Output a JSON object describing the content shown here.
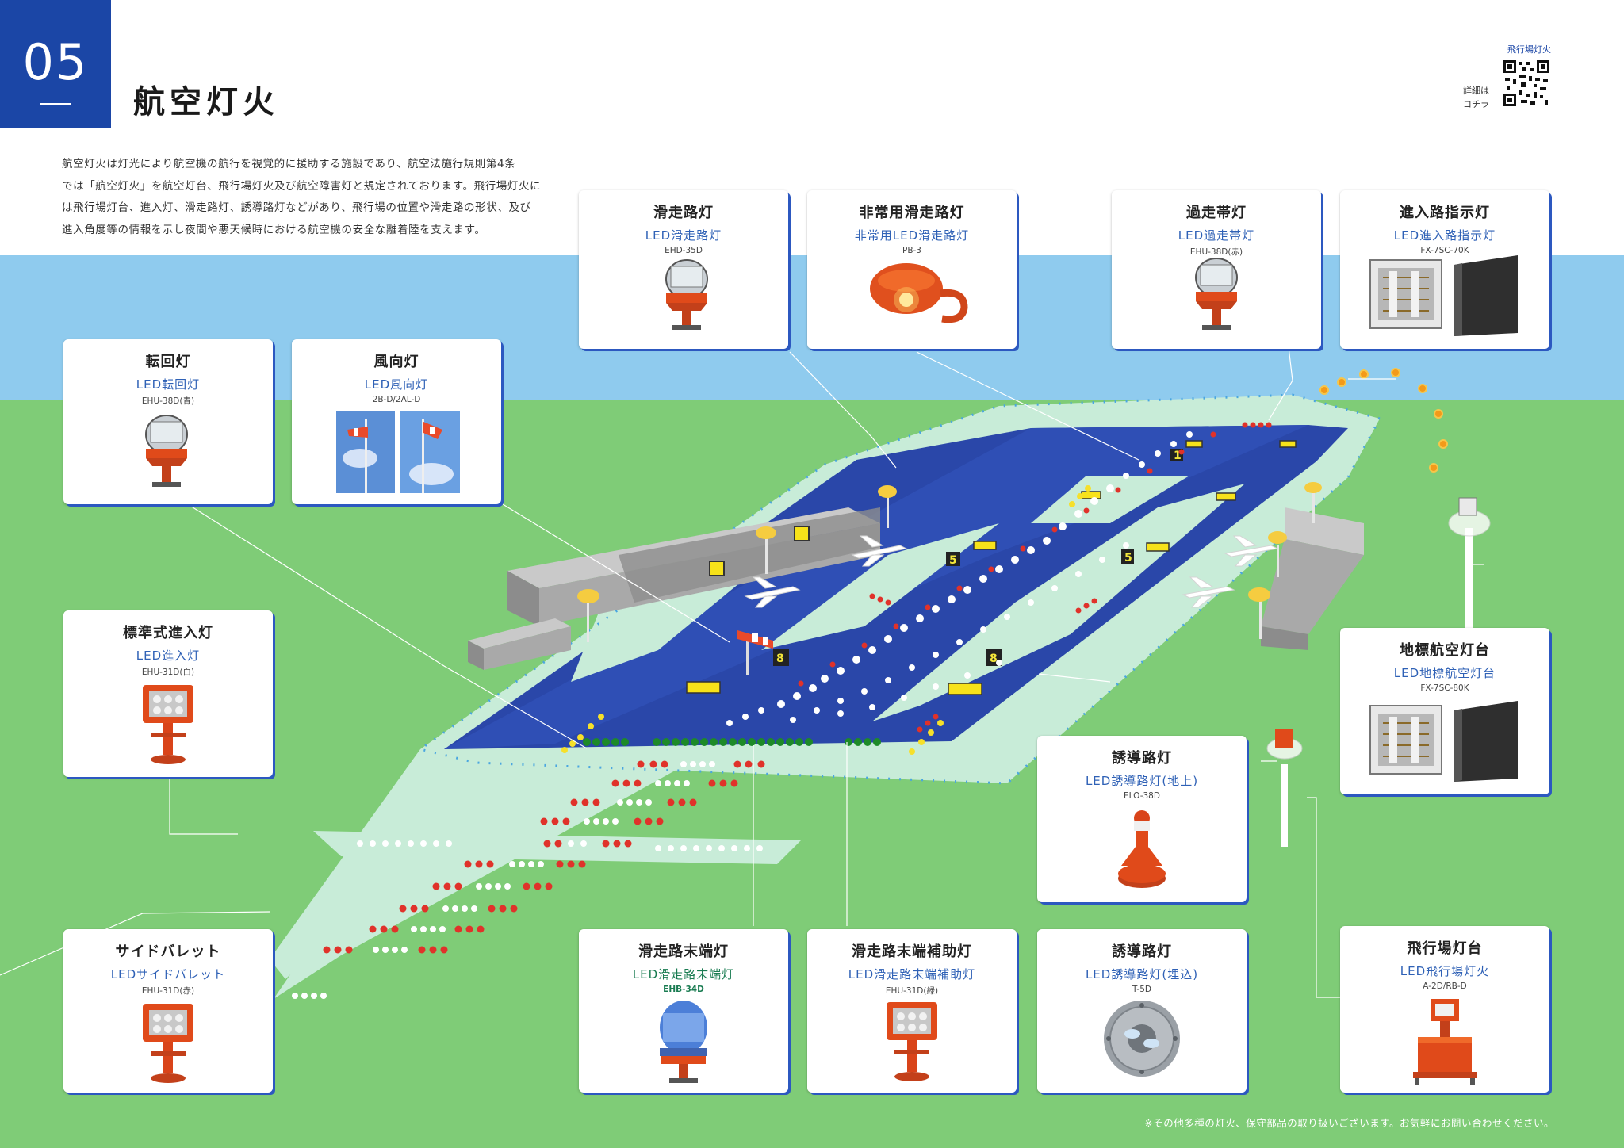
{
  "page": {
    "number": "05",
    "title": "航空灯火",
    "intro": [
      "航空灯火は灯光により航空機の航行を視覚的に援助する施設であり、航空法施行規則第4条",
      "では「航空灯火」を航空灯台、飛行場灯火及び航空障害灯と規定されております。飛行場灯火に",
      "は飛行場灯台、進入灯、滑走路灯、誘導路灯などがあり、飛行場の位置や滑走路の形状、及び",
      "進入角度等の情報を示し夜間や悪天候時における航空機の安全な離着陸を支えます。"
    ],
    "qr": {
      "label": "飛行場灯火",
      "side_line1": "詳細は",
      "side_line2": "コチラ"
    },
    "footnote": "※その他多種の灯火、保守部品の取り扱いございます。お気軽にお問い合わせください。"
  },
  "colors": {
    "brand_blue": "#1b46a6",
    "sky": "#8fcbee",
    "grass": "#7fcc77",
    "runway": "#2a47a9",
    "apron": "#c8ecd8",
    "accent_red": "#e04a1a"
  },
  "cards": [
    {
      "id": "runway-light",
      "title": "滑走路灯",
      "product": "LED滑走路灯",
      "model": "EHD-35D",
      "icon": "dome-light-icon"
    },
    {
      "id": "emergency-runway-light",
      "title": "非常用滑走路灯",
      "product": "非常用LED滑走路灯",
      "model": "PB-3",
      "icon": "portable-light-icon"
    },
    {
      "id": "overrun-light",
      "title": "過走帯灯",
      "product": "LED過走帯灯",
      "model": "EHU-38D(赤)",
      "icon": "dome-light-icon"
    },
    {
      "id": "approach-path-light",
      "title": "進入路指示灯",
      "product": "LED進入路指示灯",
      "model": "FX-7SC-70K",
      "icon": "cabinet-icon"
    },
    {
      "id": "turning-light",
      "title": "転回灯",
      "product": "LED転回灯",
      "model": "EHU-38D(青)",
      "icon": "dome-light-icon"
    },
    {
      "id": "wind-direction-light",
      "title": "風向灯",
      "product": "LED風向灯",
      "model": "2B-D/2AL-D",
      "icon": "windsock-icon"
    },
    {
      "id": "approach-light",
      "title": "標準式進入灯",
      "product": "LED進入灯",
      "model": "EHU-31D(白)",
      "icon": "floodlight-icon"
    },
    {
      "id": "landmark-beacon",
      "title": "地標航空灯台",
      "product": "LED地標航空灯台",
      "model": "FX-7SC-80K",
      "icon": "cabinet-icon"
    },
    {
      "id": "taxiway-light-elevated",
      "title": "誘導路灯",
      "product": "LED誘導路灯(地上)",
      "model": "ELO-38D",
      "icon": "taxi-light-icon"
    },
    {
      "id": "side-barrette",
      "title": "サイドバレット",
      "product": "LEDサイドバレット",
      "model": "EHU-31D(赤)",
      "icon": "floodlight-icon"
    },
    {
      "id": "runway-end-light",
      "title": "滑走路末端灯",
      "product": "LED滑走路末端灯",
      "model": "EHB-34D",
      "icon": "blue-dome-icon"
    },
    {
      "id": "runway-end-aux-light",
      "title": "滑走路末端補助灯",
      "product": "LED滑走路末端補助灯",
      "model": "EHU-31D(緑)",
      "icon": "floodlight-icon"
    },
    {
      "id": "taxiway-light-inset",
      "title": "誘導路灯",
      "product": "LED誘導路灯(埋込)",
      "model": "T-5D",
      "icon": "inset-light-icon"
    },
    {
      "id": "aerodrome-beacon",
      "title": "飛行場灯台",
      "product": "LED飛行場灯火",
      "model": "A-2D/RB-D",
      "icon": "beacon-icon"
    }
  ],
  "airport": {
    "sign_numbers": [
      "1",
      "5",
      "8",
      "8",
      "5"
    ]
  }
}
